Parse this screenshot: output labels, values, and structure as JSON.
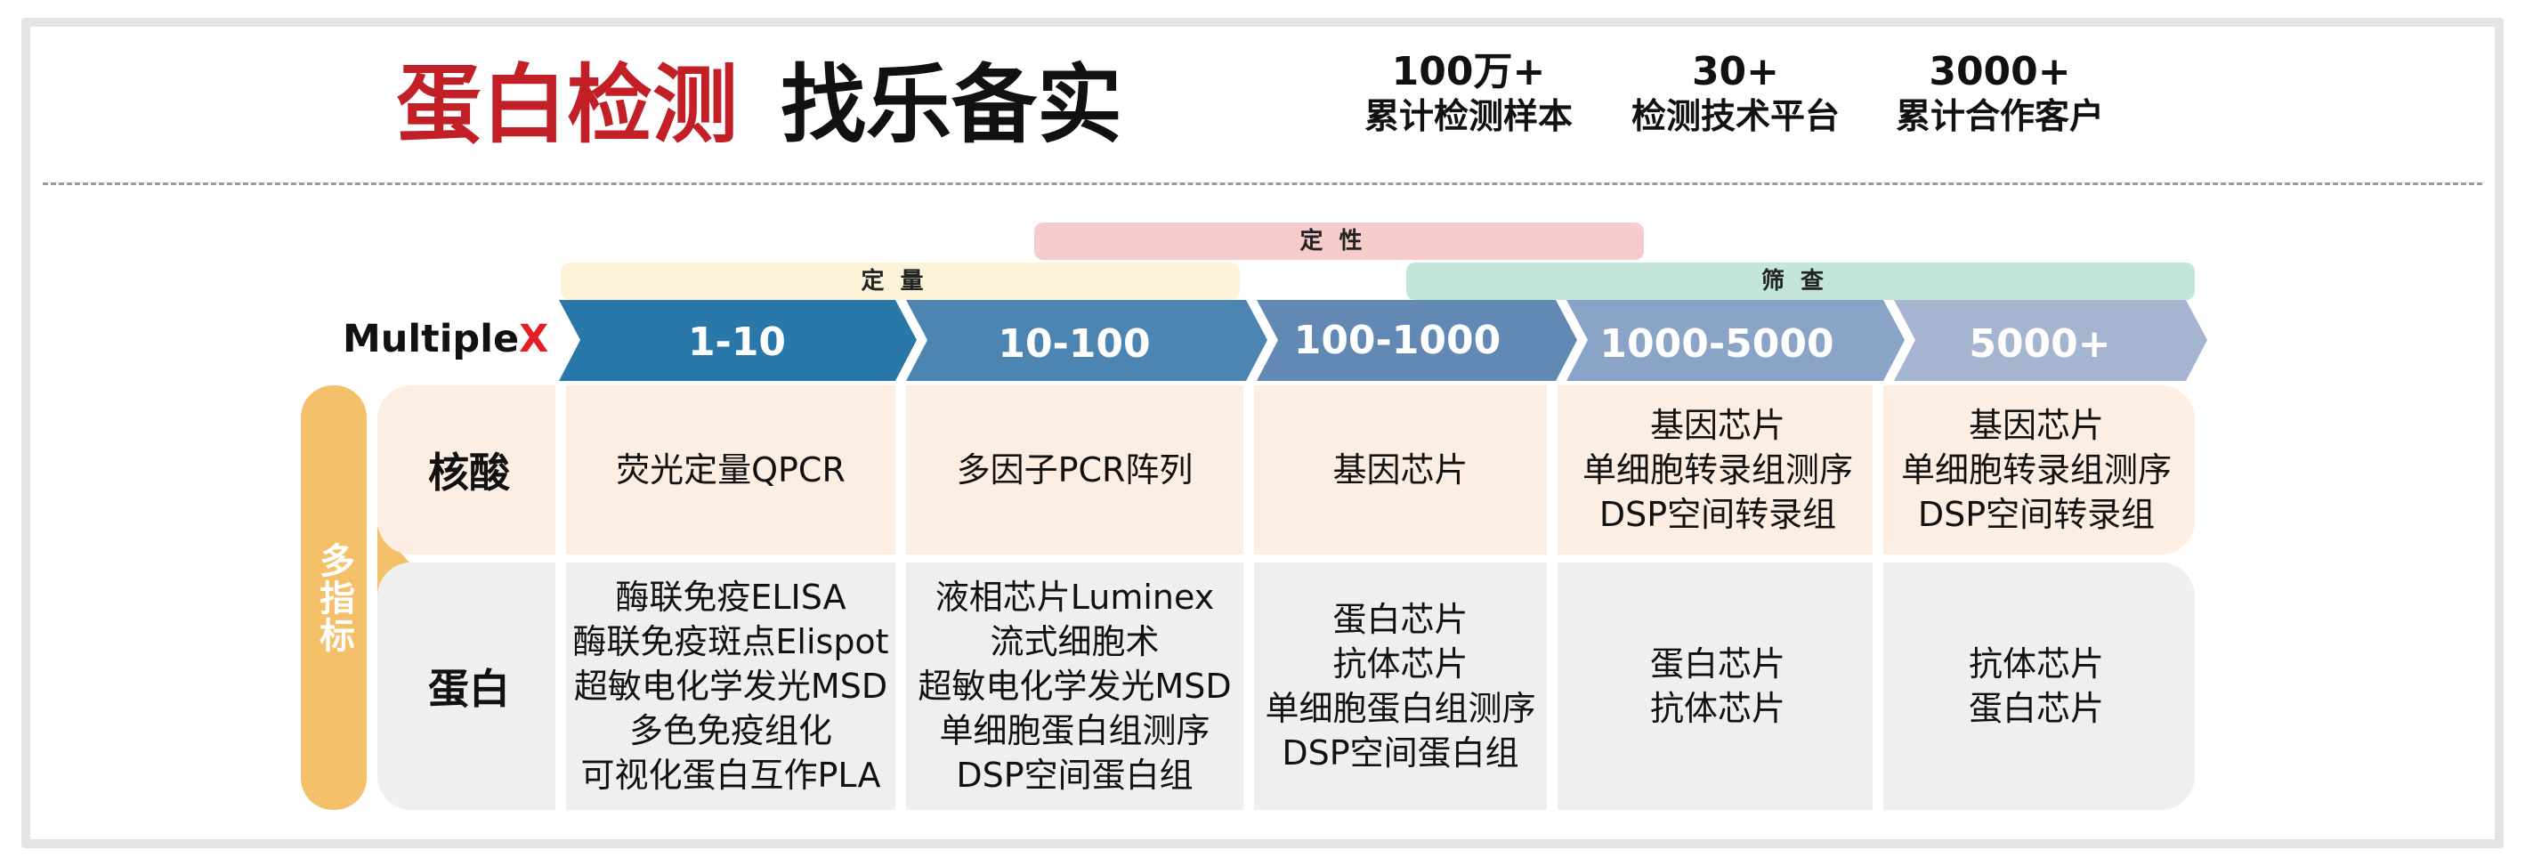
{
  "title": {
    "red": "蛋白检测",
    "black": "找乐备实"
  },
  "stats": [
    {
      "value": "100万+",
      "label": "累计检测样本"
    },
    {
      "value": "30+",
      "label": "检测技术平台"
    },
    {
      "value": "3000+",
      "label": "累计合作客户"
    }
  ],
  "bands": {
    "qualitative": "定性",
    "quantitative": "定量",
    "screening": "筛查"
  },
  "multiplex": {
    "main": "Multiple",
    "accent": "X"
  },
  "ranges": [
    "1-10",
    "10-100",
    "100-1000",
    "1000-5000",
    "5000+"
  ],
  "side_label": "多指标",
  "rows": [
    {
      "label": "核酸",
      "cells": [
        [
          "荧光定量QPCR"
        ],
        [
          "多因子PCR阵列"
        ],
        [
          "基因芯片"
        ],
        [
          "基因芯片",
          "单细胞转录组测序",
          "DSP空间转录组"
        ],
        [
          "基因芯片",
          "单细胞转录组测序",
          "DSP空间转录组"
        ]
      ]
    },
    {
      "label": "蛋白",
      "cells": [
        [
          "酶联免疫ELISA",
          "酶联免疫斑点Elispot",
          "超敏电化学发光MSD",
          "多色免疫组化",
          "可视化蛋白互作PLA"
        ],
        [
          "液相芯片Luminex",
          "流式细胞术",
          "超敏电化学发光MSD",
          "单细胞蛋白组测序",
          "DSP空间蛋白组"
        ],
        [
          "蛋白芯片",
          "抗体芯片",
          "单细胞蛋白组测序",
          "DSP空间蛋白组"
        ],
        [
          "蛋白芯片",
          "抗体芯片"
        ],
        [
          "抗体芯片",
          "蛋白芯片"
        ]
      ]
    }
  ],
  "colors": {
    "arrows": [
      "#2a77a9",
      "#4c85b2",
      "#6189b3",
      "#8aa4c8",
      "#a5b4cf"
    ],
    "nucleic_bg": "#fdeee3",
    "protein_bg": "#efefef",
    "band_qualitative": "#f6cccb",
    "band_quantitative": "#fbf2d8",
    "band_screening": "#c4e5da",
    "side": "#f5c06a"
  }
}
